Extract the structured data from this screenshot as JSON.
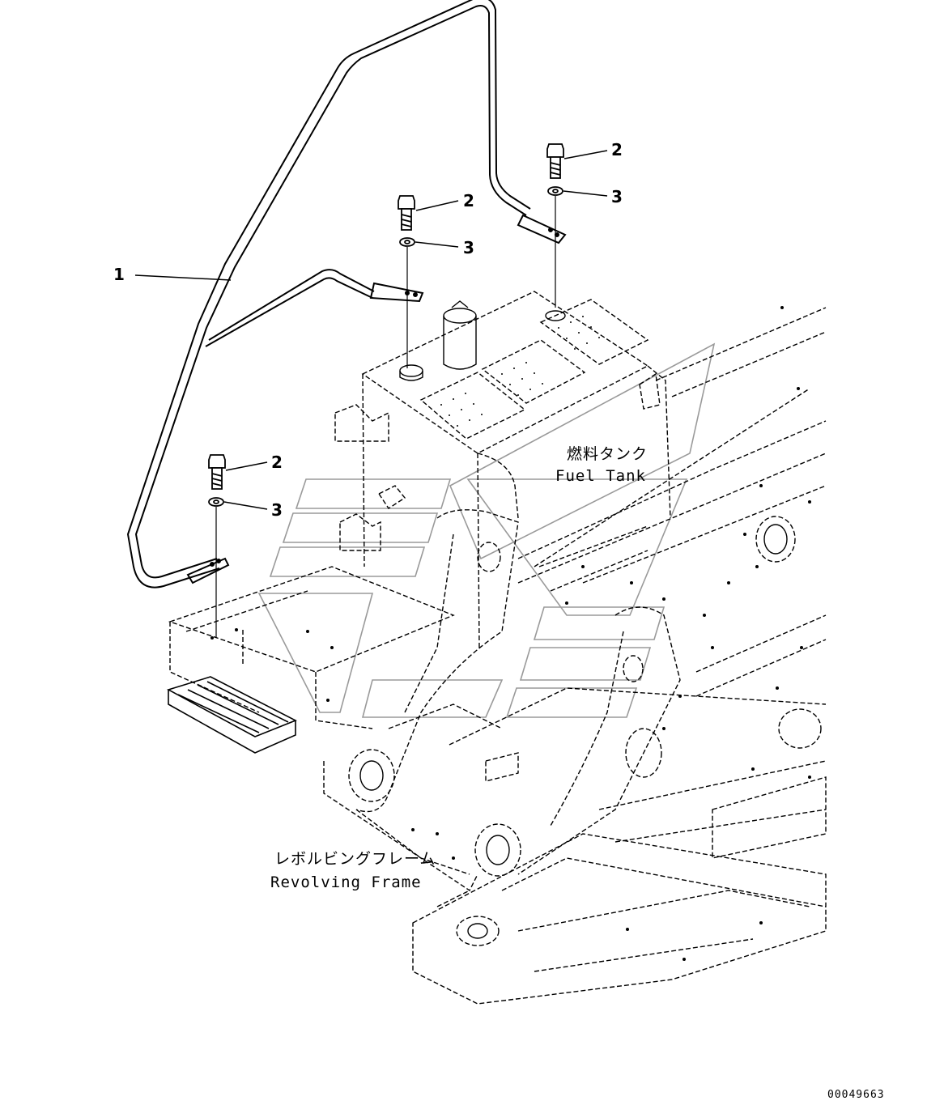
{
  "labels": {
    "fuel_tank_jp": "燃料タンク",
    "fuel_tank_en": "Fuel Tank",
    "frame_jp": "レボルビングフレーム",
    "frame_en": "Revolving Frame"
  },
  "callouts": {
    "handrail": "1",
    "bolt_top_right": "2",
    "washer_top_right": "3",
    "bolt_middle": "2",
    "washer_middle": "3",
    "bolt_left": "2",
    "washer_left": "3"
  },
  "document_id": "00049663",
  "colors": {
    "line": "#000000",
    "watermark": "#9a9a9a"
  }
}
